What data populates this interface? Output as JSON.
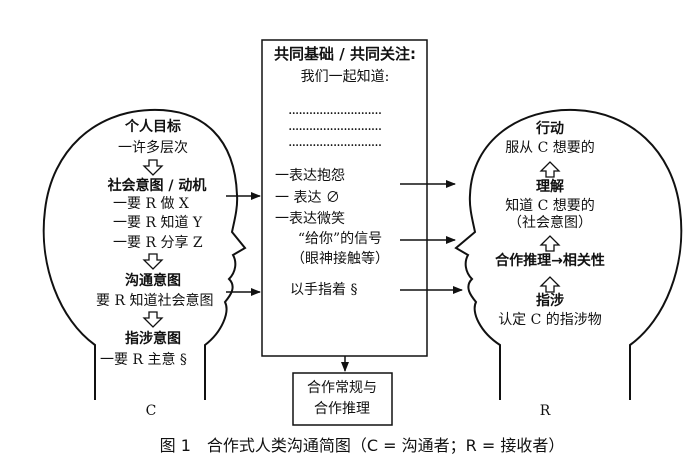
{
  "center_box": {
    "title": "共同基础 / 共同关注:",
    "subtitle": "我们一起知道:",
    "dots_1": "...........................",
    "dots_2": "...........................",
    "dots_3": "...........................",
    "items": [
      "一表达抱怨",
      "一 表达 ∅",
      "一表达微笑",
      "“给你”的信号",
      "（眼神接触等）",
      "以手指着 §"
    ]
  },
  "bottom_box": {
    "line1": "合作常规与",
    "line2": "合作推理"
  },
  "left_head": {
    "label": "C",
    "personal_goal": "个人目标",
    "personal_goal_sub": "一许多层次",
    "social_intent": "社会意图 / 动机",
    "social_items": [
      "一要 R 做 X",
      "一要 R 知道 Y",
      "一要 R 分享 Z"
    ],
    "comm_intent": "沟通意图",
    "comm_item": "要 R 知道社会意图",
    "ref_intent": "指涉意图",
    "ref_item": "一要 R 主意 §"
  },
  "right_head": {
    "label": "R",
    "action": "行动",
    "action_sub": "服从 C 想要的",
    "understand": "理解",
    "understand_sub1": "知道 C 想要的",
    "understand_sub2": "（社会意图）",
    "coop_reasoning": "合作推理→相关性",
    "reference": "指涉",
    "reference_sub": "认定 C 的指涉物"
  },
  "caption": "图 1　合作式人类沟通简图（C = 沟通者；R = 接收者）"
}
